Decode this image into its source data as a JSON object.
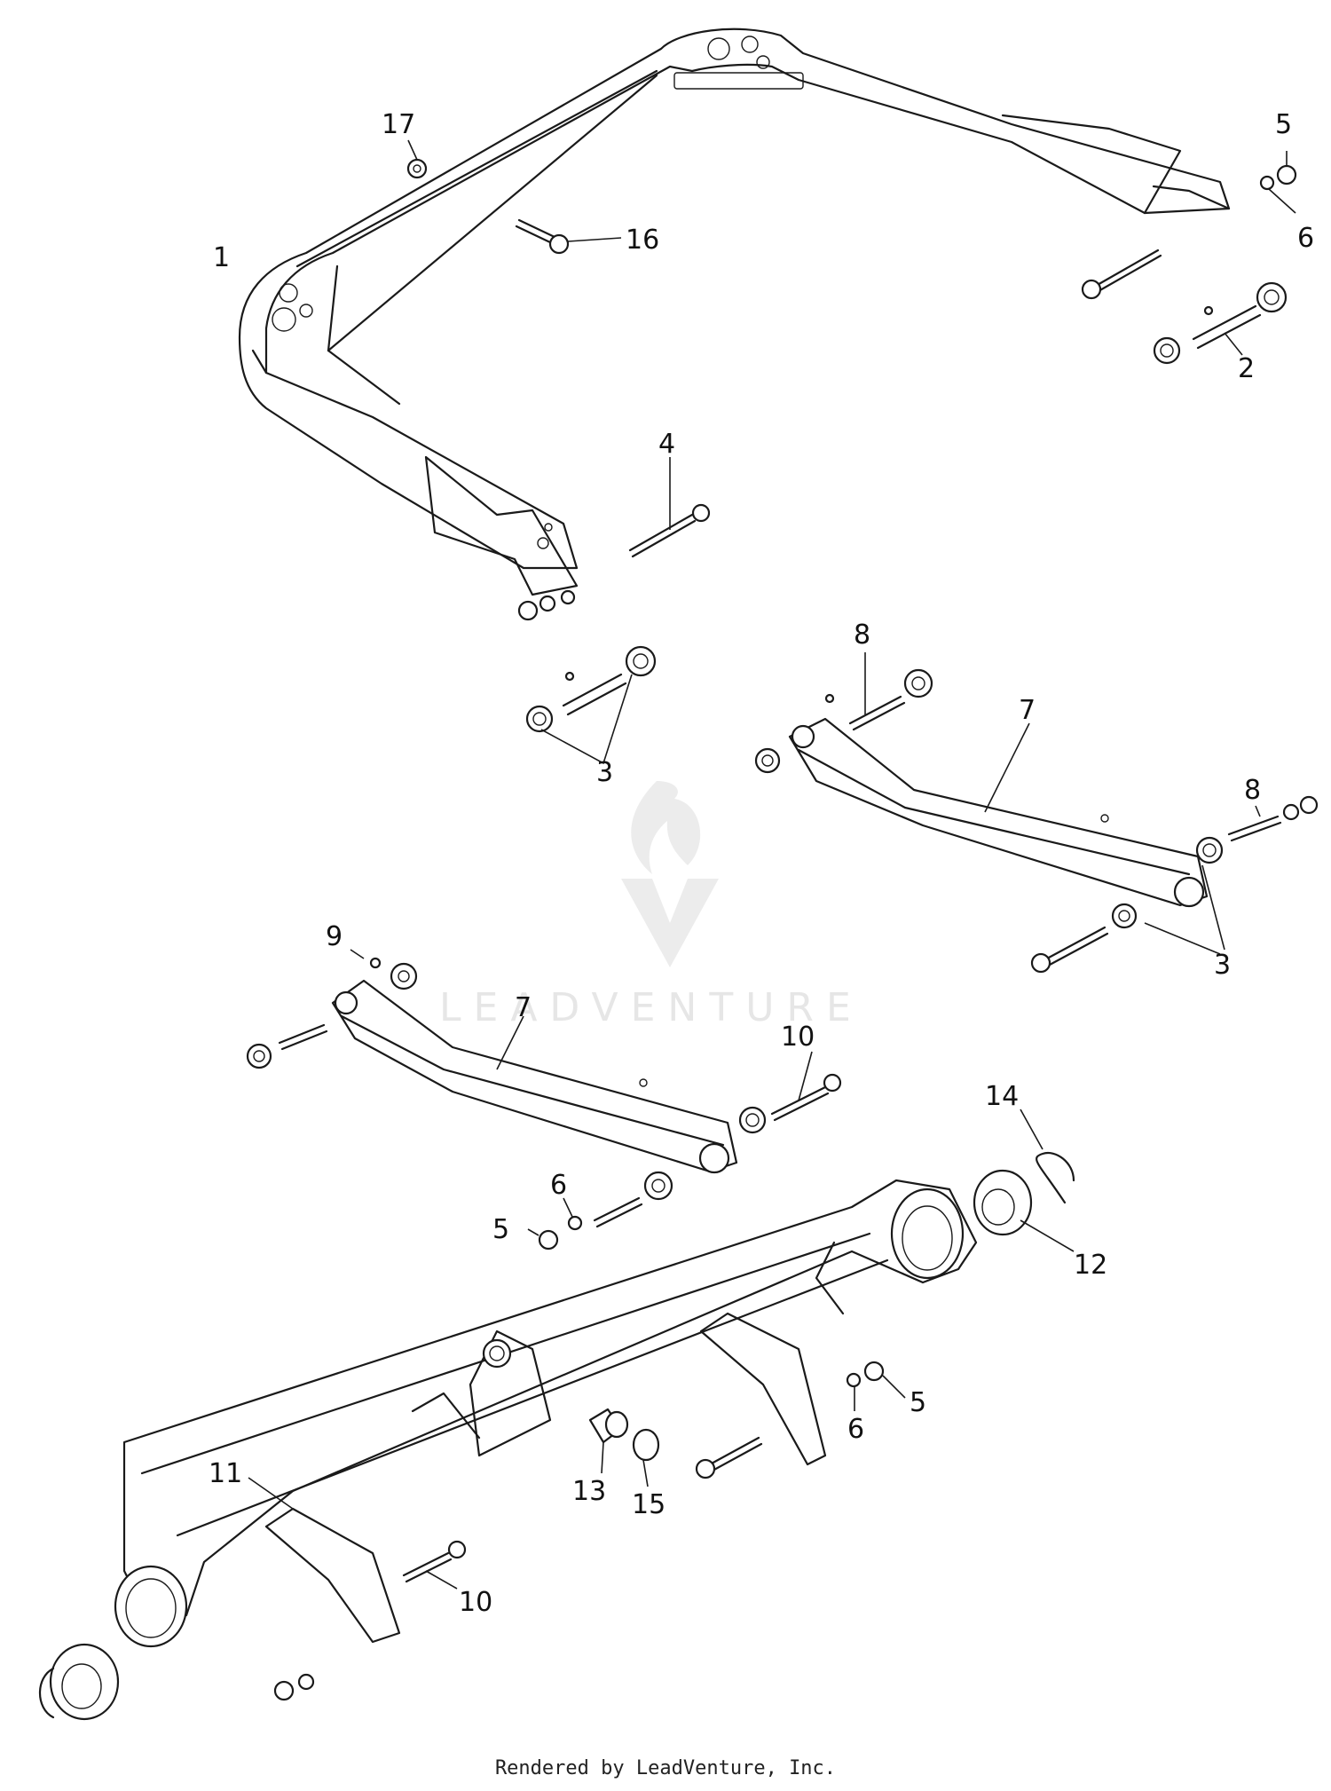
{
  "watermark": {
    "text": "LEADVENTURE"
  },
  "footer": {
    "text": "Rendered by LeadVenture, Inc."
  },
  "callouts": [
    "17",
    "5",
    "6",
    "16",
    "1",
    "2",
    "4",
    "8",
    "7",
    "3",
    "8",
    "3",
    "9",
    "7",
    "10",
    "14",
    "6",
    "5",
    "12",
    "5",
    "6",
    "11",
    "13",
    "15",
    "10"
  ]
}
